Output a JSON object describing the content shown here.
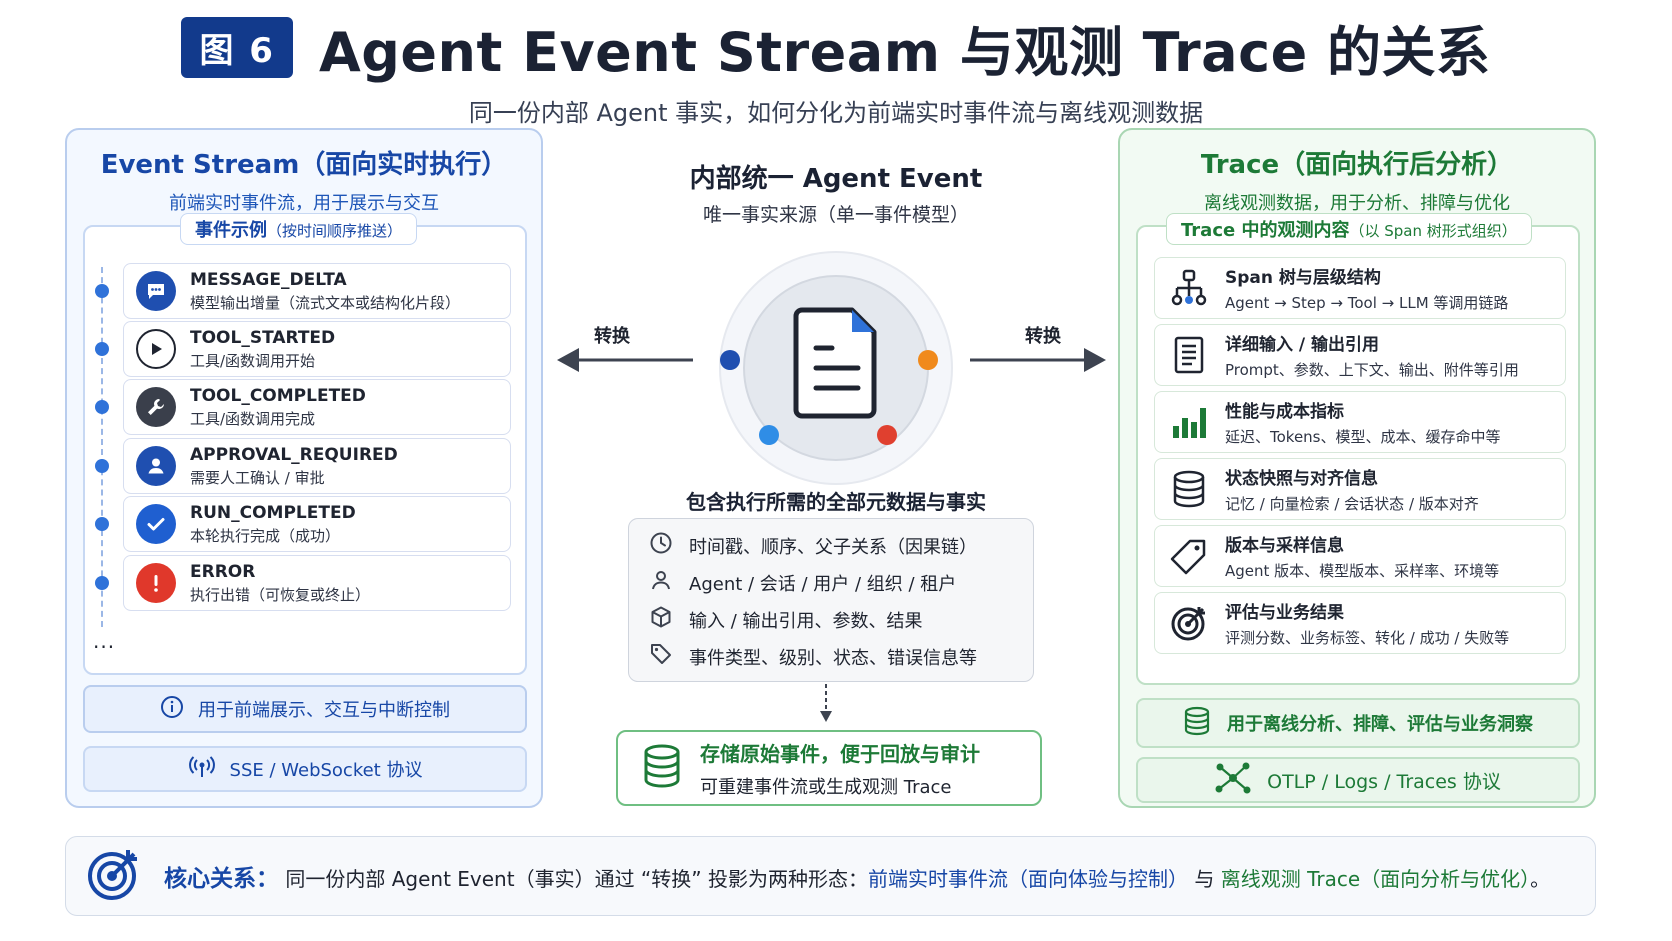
{
  "header": {
    "badge": "图 6",
    "title": "Agent Event Stream 与观测 Trace 的关系",
    "subtitle": "同一份内部 Agent 事实，如何分化为前端实时事件流与离线观测数据"
  },
  "left": {
    "title": "Event Stream（面向实时执行）",
    "subtitle": "前端实时事件流，用于展示与交互",
    "section_label": "事件示例",
    "section_label_note": "（按时间顺序推送）",
    "events": [
      {
        "name": "MESSAGE_DELTA",
        "desc": "模型输出增量（流式文本或结构化片段）",
        "icon": "chat-icon",
        "color": "#1f4fb0"
      },
      {
        "name": "TOOL_STARTED",
        "desc": "工具/函数调用开始",
        "icon": "play-icon",
        "color": "#1f2430"
      },
      {
        "name": "TOOL_COMPLETED",
        "desc": "工具/函数调用完成",
        "icon": "wrench-icon",
        "color": "#3a3f4b"
      },
      {
        "name": "APPROVAL_REQUIRED",
        "desc": "需要人工确认 / 审批",
        "icon": "user-icon",
        "color": "#1f4fb0"
      },
      {
        "name": "RUN_COMPLETED",
        "desc": "本轮执行完成（成功）",
        "icon": "check-icon",
        "color": "#1f5fd0"
      },
      {
        "name": "ERROR",
        "desc": "执行出错（可恢复或终止）",
        "icon": "error-icon",
        "color": "#e0382b"
      }
    ],
    "ellipsis": "...",
    "footer_1": "用于前端展示、交互与中断控制",
    "footer_2": "SSE / WebSocket 协议"
  },
  "center": {
    "title": "内部统一 Agent Event",
    "subtitle": "唯一事实来源（单一事件模型）",
    "arrow_left_label": "转换",
    "arrow_right_label": "转换",
    "contains_title": "包含执行所需的全部元数据与事实",
    "facts": [
      {
        "text": "时间戳、顺序、父子关系（因果链）",
        "icon": "clock-icon"
      },
      {
        "text": "Agent / 会话 / 用户 / 组织 / 租户",
        "icon": "person-icon"
      },
      {
        "text": "输入 / 输出引用、参数、结果",
        "icon": "cube-icon"
      },
      {
        "text": "事件类型、级别、状态、错误信息等",
        "icon": "tag-icon"
      }
    ],
    "store_title": "存储原始事件，便于回放与审计",
    "store_desc": "可重建事件流或生成观测 Trace"
  },
  "right": {
    "title": "Trace（面向执行后分析）",
    "subtitle": "离线观测数据，用于分析、排障与优化",
    "section_label": "Trace 中的观测内容",
    "section_label_note": "（以 Span 树形式组织）",
    "items": [
      {
        "name": "Span 树与层级结构",
        "desc": "Agent → Step → Tool → LLM 等调用链路",
        "icon": "tree-icon"
      },
      {
        "name": "详细输入 / 输出引用",
        "desc": "Prompt、参数、上下文、输出、附件等引用",
        "icon": "document-icon"
      },
      {
        "name": "性能与成本指标",
        "desc": "延迟、Tokens、模型、成本、缓存命中等",
        "icon": "bar-chart-icon"
      },
      {
        "name": "状态快照与对齐信息",
        "desc": "记忆 / 向量检索 / 会话状态 / 版本对齐",
        "icon": "database-icon"
      },
      {
        "name": "版本与采样信息",
        "desc": "Agent 版本、模型版本、采样率、环境等",
        "icon": "tag-icon"
      },
      {
        "name": "评估与业务结果",
        "desc": "评测分数、业务标签、转化 / 成功 / 失败等",
        "icon": "target-icon"
      }
    ],
    "footer_1": "用于离线分析、排障、评估与业务洞察",
    "footer_2": "OTLP / Logs / Traces 协议"
  },
  "bottom": {
    "key": "核心关系：",
    "text_1": "同一份内部 Agent Event（事实）通过 “转换” 投影为两种形态：",
    "highlight_1": "前端实时事件流（面向体验与控制）",
    "text_2": " 与 ",
    "highlight_2": "离线观测 Trace（面向分析与优化）",
    "text_3": "。"
  },
  "colors": {
    "blue": "#1747a6",
    "green": "#1d7a37",
    "badge": "#123a8c"
  }
}
